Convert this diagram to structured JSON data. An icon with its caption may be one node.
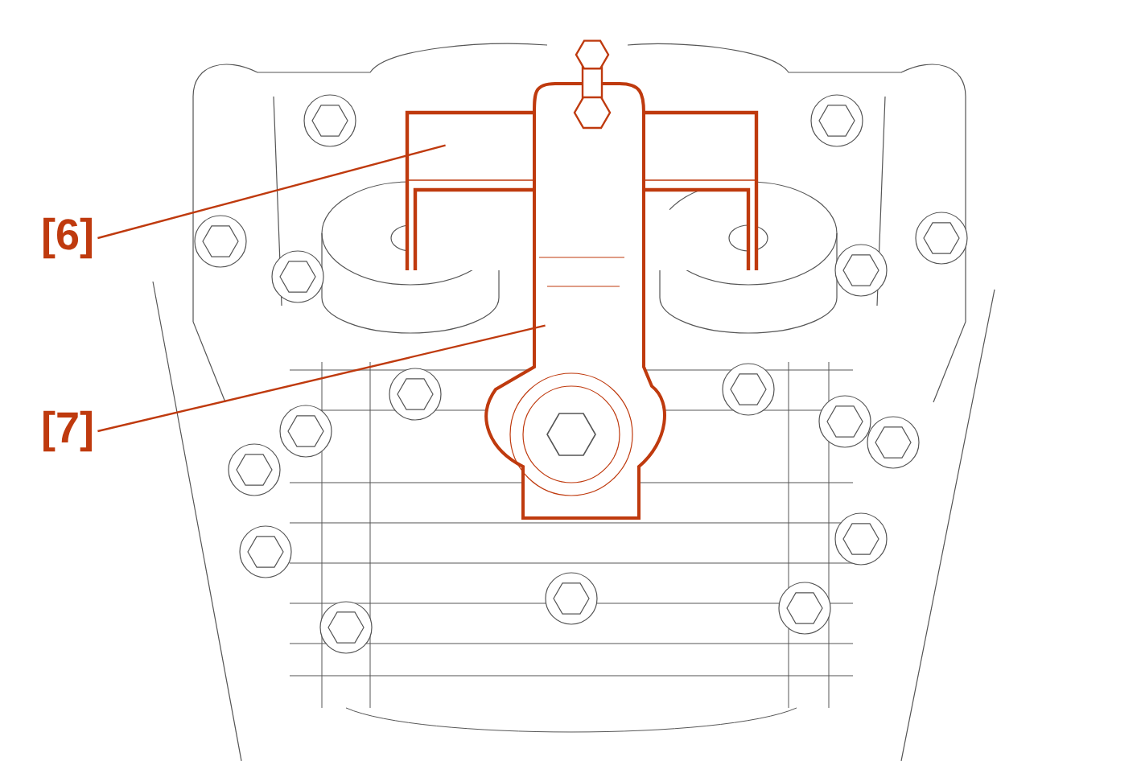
{
  "diagram": {
    "nodes": [
      {
        "text": [
          "[6]"
        ]
      },
      {
        "text": [],
        "shape": "picture"
      },
      {
        "text": [
          "[7]"
        ]
      },
      {
        "text": [],
        "shape": "picture"
      }
    ],
    "edges": [
      {
        "from": 0,
        "to": 1,
        "arrow": "none"
      },
      {
        "from": 2,
        "to": 3,
        "arrow": "none"
      }
    ]
  }
}
